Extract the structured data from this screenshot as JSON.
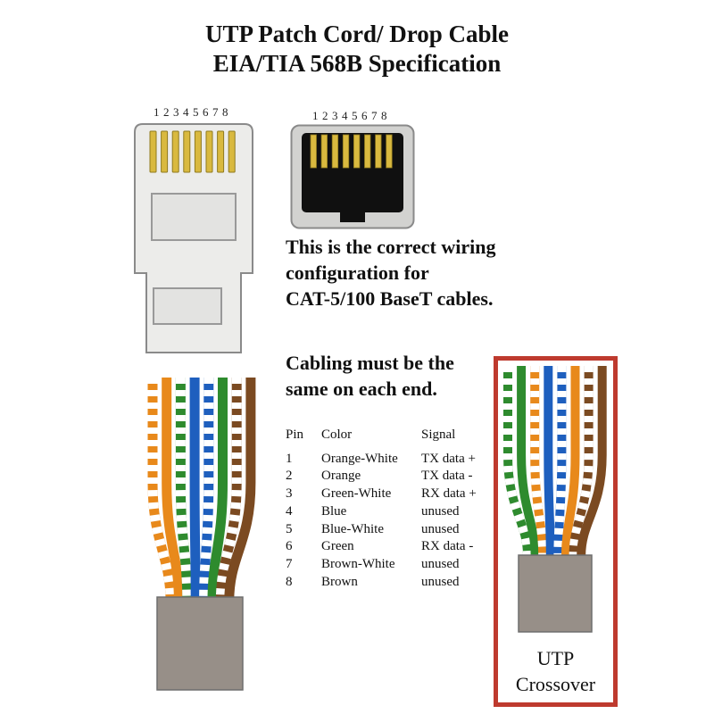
{
  "title": {
    "line1": "UTP Patch Cord/ Drop Cable",
    "line2": "EIA/TIA 568B Specification"
  },
  "connectors": {
    "plug_pin_numbers": "12345678",
    "jack_pin_numbers": "12345678"
  },
  "notes": {
    "wiring": "This is the correct wiring\nconfiguration for\nCAT-5/100 BaseT cables.",
    "cabling": "Cabling must be the\nsame on each end."
  },
  "pinout_table": {
    "headers": [
      "Pin",
      "Color",
      "Signal"
    ],
    "rows": [
      [
        "1",
        "Orange-White",
        "TX data +"
      ],
      [
        "2",
        "Orange",
        "TX data -"
      ],
      [
        "3",
        "Green-White",
        "RX data +"
      ],
      [
        "4",
        "Blue",
        "unused"
      ],
      [
        "5",
        "Blue-White",
        "unused"
      ],
      [
        "6",
        "Green",
        "RX data -"
      ],
      [
        "7",
        "Brown-White",
        "unused"
      ],
      [
        "8",
        "Brown",
        "unused"
      ]
    ]
  },
  "crossover": {
    "label": "UTP\nCrossover"
  },
  "colors": {
    "orange": "#E8891B",
    "green": "#2E8B2E",
    "blue": "#1E5FBE",
    "brown": "#7B4A21",
    "pin_gold": "#D9B93F",
    "jacket_gray": "#978F88",
    "crossover_border": "#BE3A2E"
  },
  "wires": {
    "straight": [
      {
        "name": "orange-white",
        "color": "#E8891B",
        "striped": true
      },
      {
        "name": "orange",
        "color": "#E8891B",
        "striped": false
      },
      {
        "name": "green-white",
        "color": "#2E8B2E",
        "striped": true
      },
      {
        "name": "blue",
        "color": "#1E5FBE",
        "striped": false
      },
      {
        "name": "blue-white",
        "color": "#1E5FBE",
        "striped": true
      },
      {
        "name": "green",
        "color": "#2E8B2E",
        "striped": false
      },
      {
        "name": "brown-white",
        "color": "#7B4A21",
        "striped": true
      },
      {
        "name": "brown",
        "color": "#7B4A21",
        "striped": false
      }
    ],
    "crossover": [
      {
        "name": "green-white",
        "color": "#2E8B2E",
        "striped": true
      },
      {
        "name": "green",
        "color": "#2E8B2E",
        "striped": false
      },
      {
        "name": "orange-white",
        "color": "#E8891B",
        "striped": true
      },
      {
        "name": "blue",
        "color": "#1E5FBE",
        "striped": false
      },
      {
        "name": "blue-white",
        "color": "#1E5FBE",
        "striped": true
      },
      {
        "name": "orange",
        "color": "#E8891B",
        "striped": false
      },
      {
        "name": "brown-white",
        "color": "#7B4A21",
        "striped": true
      },
      {
        "name": "brown",
        "color": "#7B4A21",
        "striped": false
      }
    ]
  }
}
